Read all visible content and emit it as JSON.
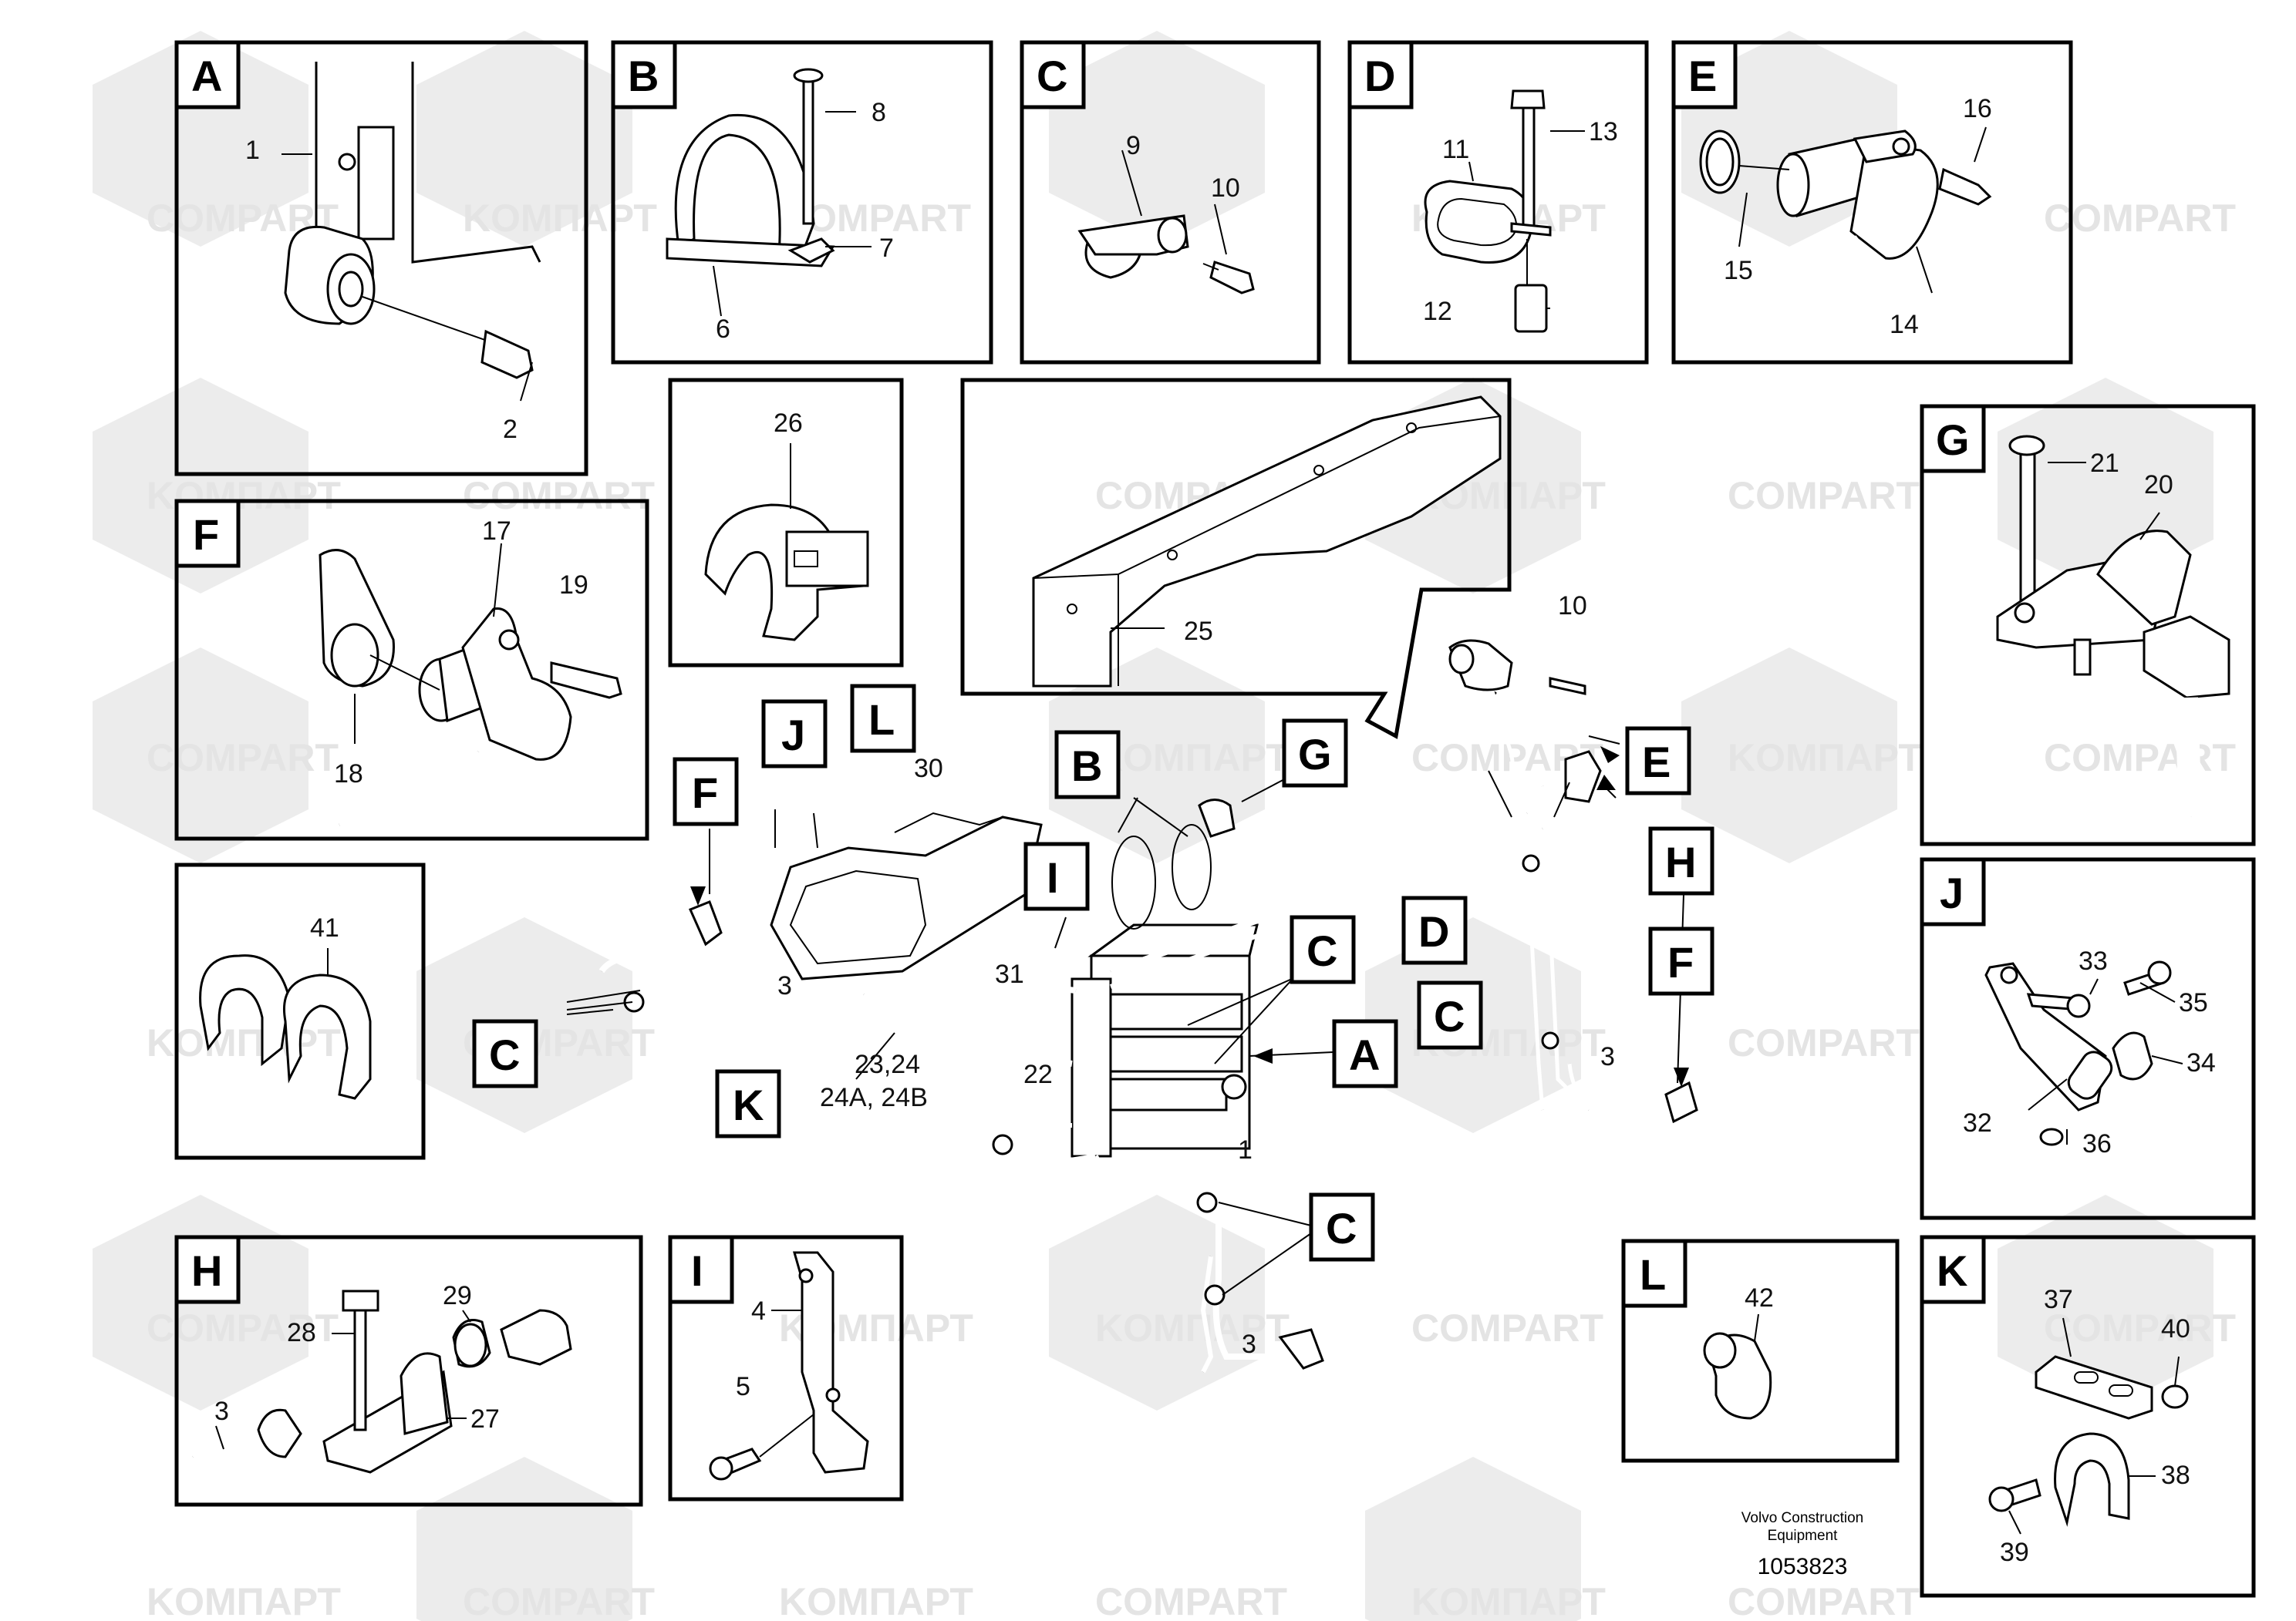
{
  "callouts": {
    "A": "A",
    "B": "B",
    "C": "C",
    "D": "D",
    "E": "E",
    "F": "F",
    "G": "G",
    "H": "H",
    "I": "I",
    "J": "J",
    "K": "K",
    "L": "L"
  },
  "labels": {
    "p1": "1",
    "p2": "2",
    "p3": "3",
    "p4": "4",
    "p5": "5",
    "p6": "6",
    "p7": "7",
    "p8": "8",
    "p9": "9",
    "p10": "10",
    "p11": "11",
    "p12": "12",
    "p13": "13",
    "p14": "14",
    "p15": "15",
    "p16": "16",
    "p17": "17",
    "p18": "18",
    "p19": "19",
    "p20": "20",
    "p21": "21",
    "p22": "22",
    "p23": "23,24",
    "p24": "24A, 24B",
    "p25": "25",
    "p26": "26",
    "p27": "27",
    "p28": "28",
    "p29": "29",
    "p30": "30",
    "p31": "31",
    "p32": "32",
    "p33": "33",
    "p34": "34",
    "p35": "35",
    "p36": "36",
    "p37": "37",
    "p38": "38",
    "p39": "39",
    "p40": "40",
    "p41": "41",
    "p42": "42"
  },
  "watermark": {
    "compart": "COMPART",
    "kompart": "KOMПАРТ"
  },
  "footer": {
    "line1": "Volvo Construction",
    "line2": "Equipment",
    "number": "1053823"
  }
}
